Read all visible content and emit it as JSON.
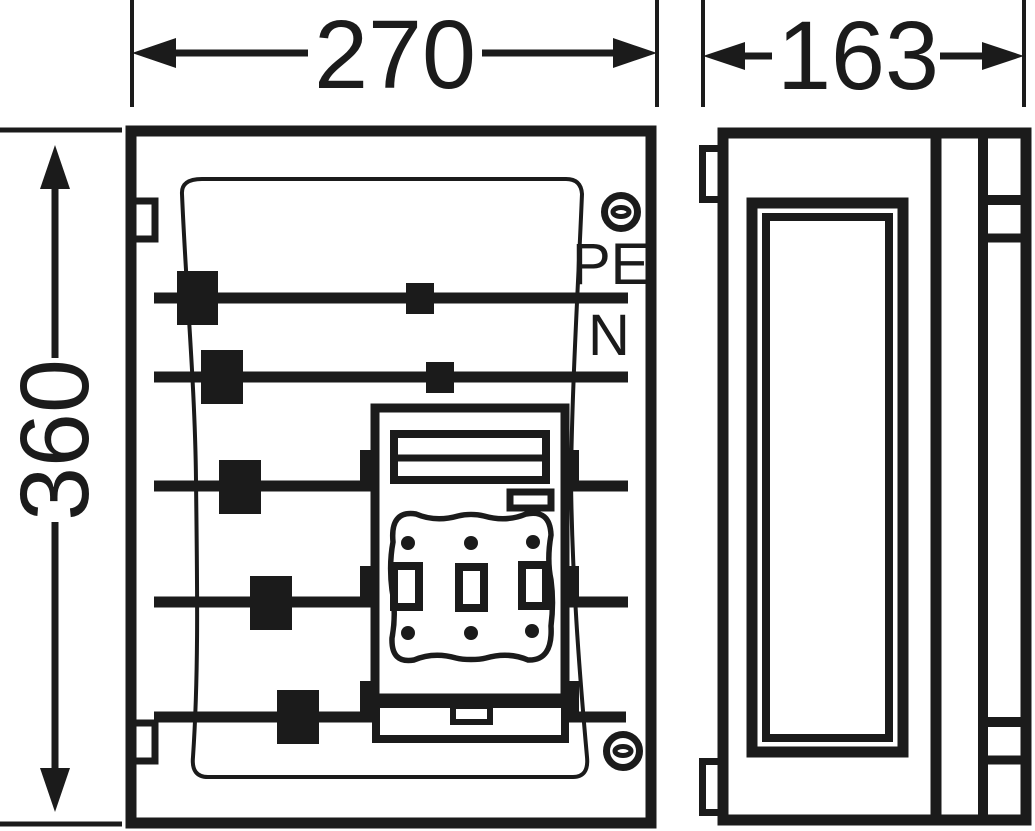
{
  "drawing": {
    "dimensions": {
      "front_width": "270",
      "side_width": "163",
      "height": "360"
    },
    "conductor_labels": {
      "pe": "PE",
      "neutral": "N"
    },
    "colors": {
      "ink": "#1b1b1b",
      "paper": "#ffffff"
    }
  }
}
